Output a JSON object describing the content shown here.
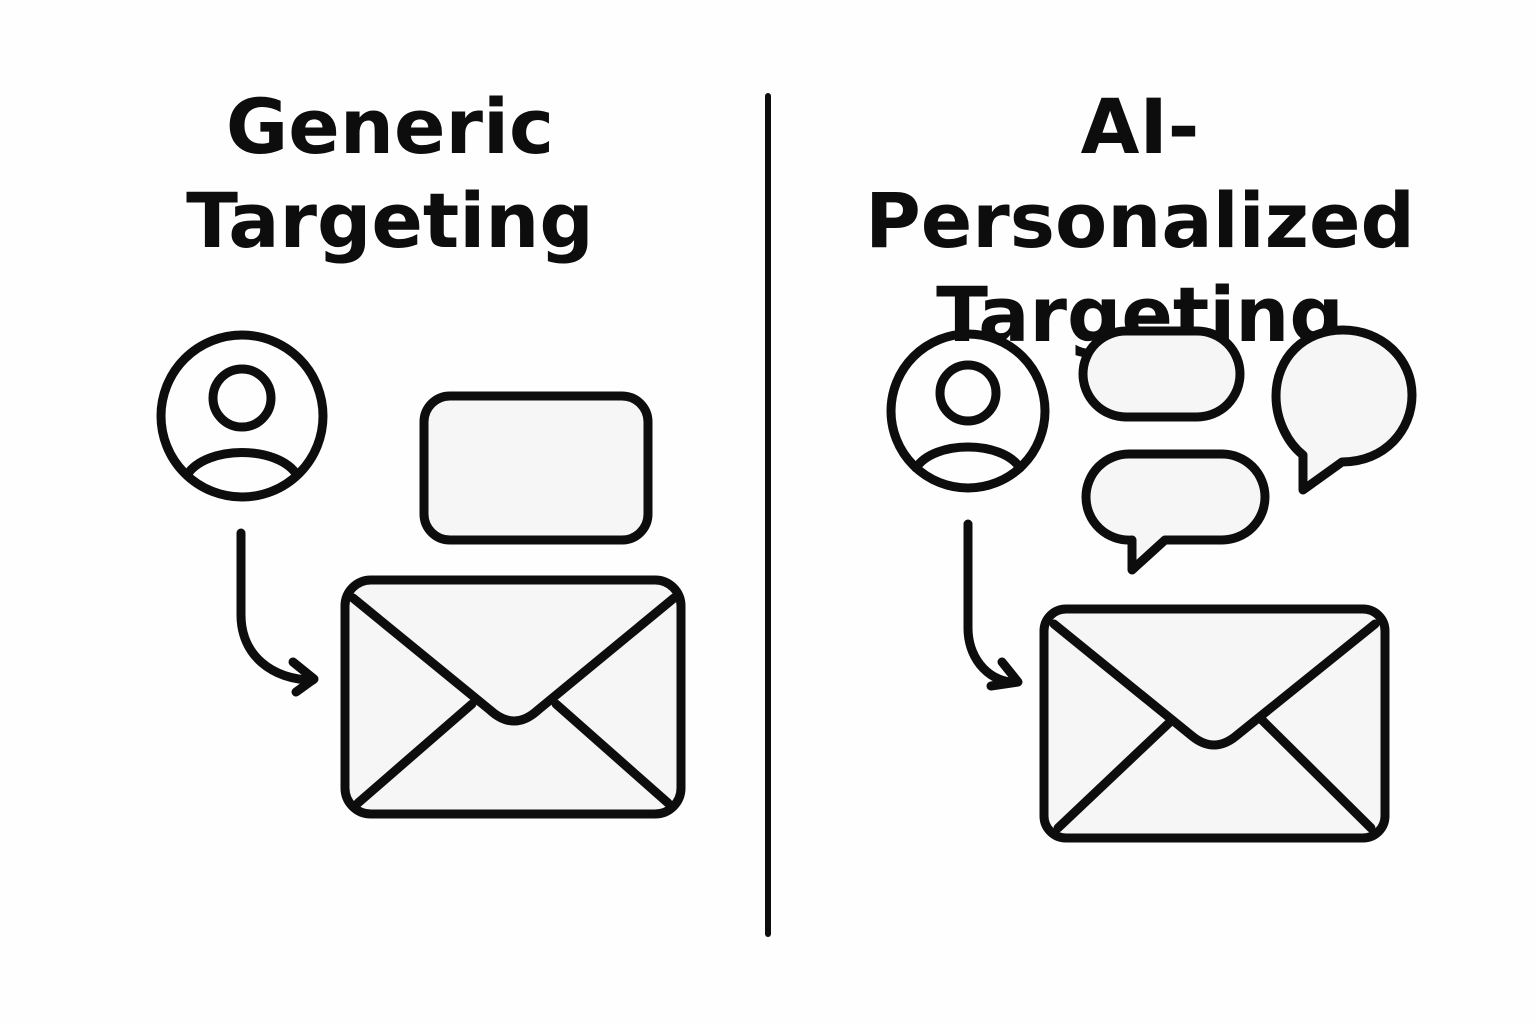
{
  "left_panel": {
    "title_line1": "Generic",
    "title_line2": "Targeting",
    "icons": [
      "user-icon",
      "arrow-icon",
      "message-card-icon",
      "envelope-icon"
    ]
  },
  "right_panel": {
    "title_line1": "AI-Personalized",
    "title_line2": "Targeting",
    "icons": [
      "user-icon",
      "arrow-icon",
      "speech-bubble-icon",
      "speech-bubble-icon",
      "speech-bubble-icon",
      "envelope-icon"
    ]
  },
  "colors": {
    "stroke": "#0d0d0d",
    "fill": "#f6f6f6",
    "background": "#fefefe"
  }
}
